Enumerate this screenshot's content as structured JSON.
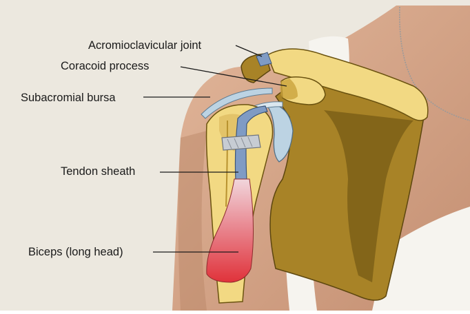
{
  "labels": {
    "ac_joint": "Acromioclavicular joint",
    "coracoid": "Coracoid process",
    "bursa": "Subacromial bursa",
    "sheath": "Tendon sheath",
    "biceps": "Biceps (long head)"
  },
  "colors": {
    "background": "#ece8df",
    "skin": "#d4a487",
    "skin_shadow": "#b98467",
    "bone_brown": "#a88327",
    "bone_dark": "#6f5412",
    "bone_light": "#f2d983",
    "cartilage_blue": "#7f9bc4",
    "bursa_blue": "#bcd3e3",
    "muscle_red": "#e0323a",
    "tank_top": "#f6f4ef"
  }
}
